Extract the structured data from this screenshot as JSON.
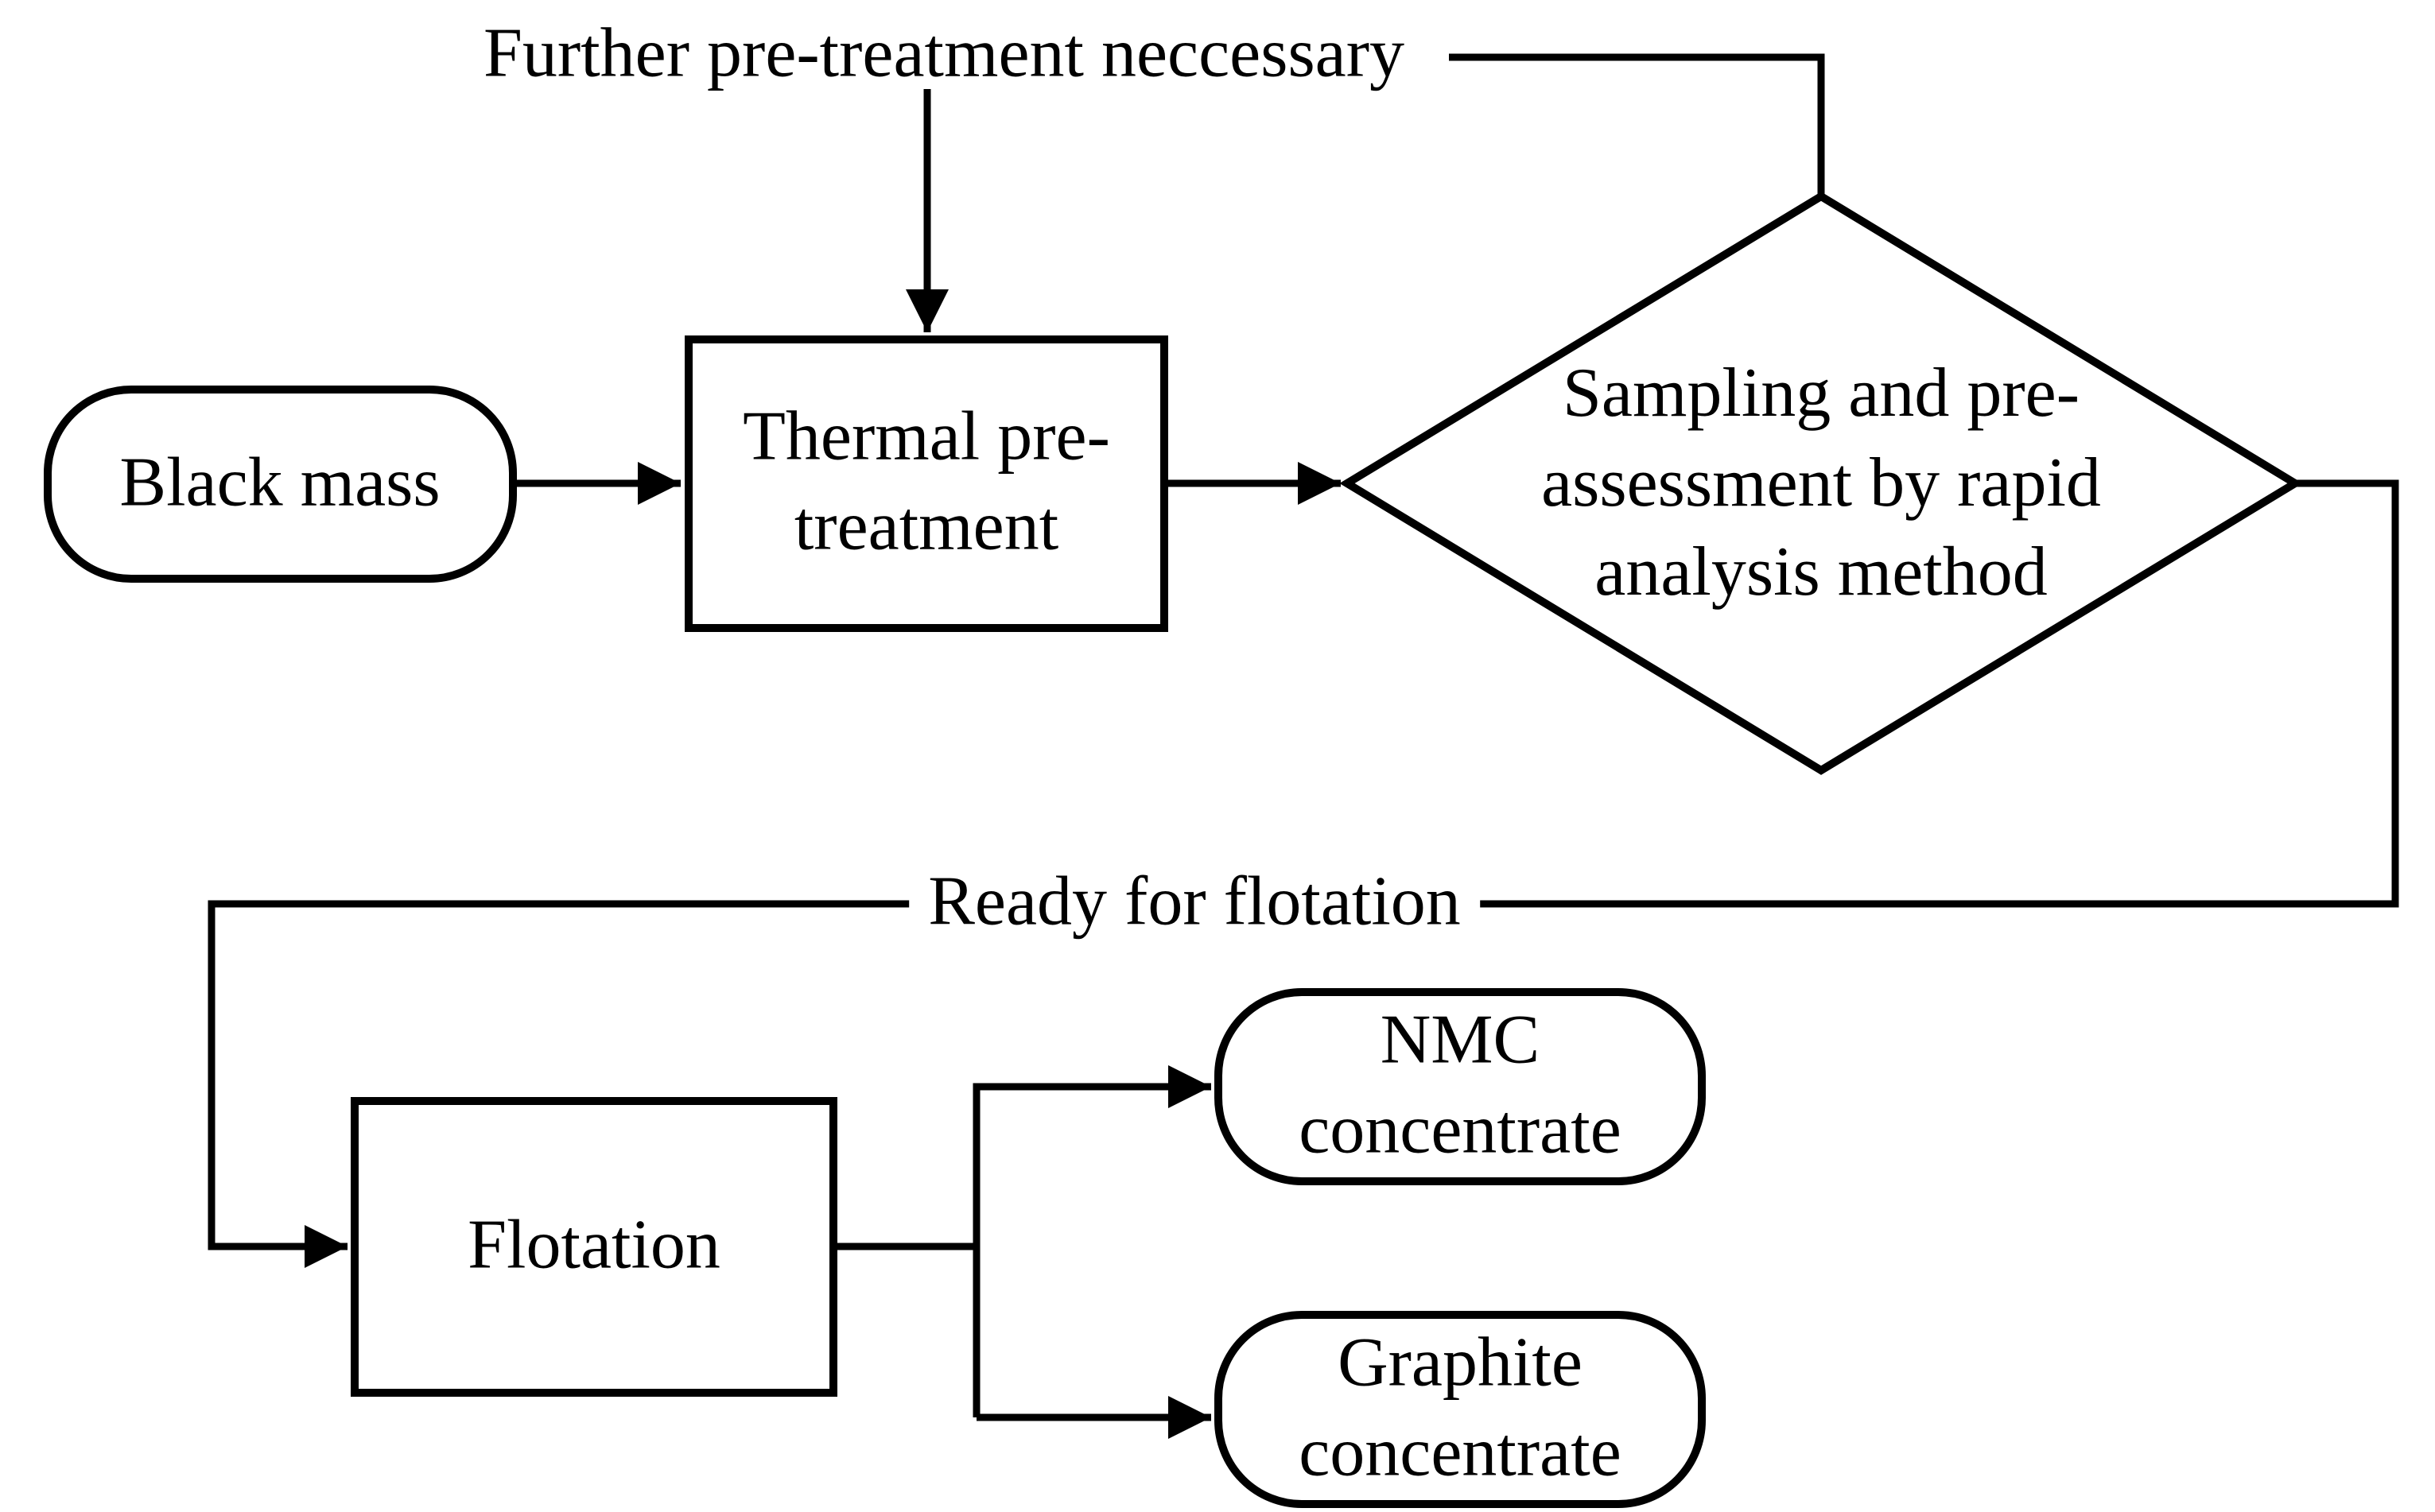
{
  "figure": {
    "type": "flowchart",
    "colors": {
      "ink": "#000000",
      "background": "#ffffff"
    },
    "nodes": {
      "black_mass": {
        "label": "Black mass",
        "shape": "stadium"
      },
      "thermal": {
        "label": "Thermal pre-\ntreatment",
        "shape": "process"
      },
      "decision": {
        "label": "Sampling and pre-\nassessment by rapid\nanalysis method",
        "shape": "decision"
      },
      "flotation": {
        "label": "Flotation",
        "shape": "process"
      },
      "nmc": {
        "label": "NMC\nconcentrate",
        "shape": "stadium"
      },
      "graphite": {
        "label": "Graphite\nconcentrate",
        "shape": "stadium"
      }
    },
    "edge_labels": {
      "feedback": "Further pre-treatment neccessary",
      "ready": "Ready for flotation"
    }
  }
}
